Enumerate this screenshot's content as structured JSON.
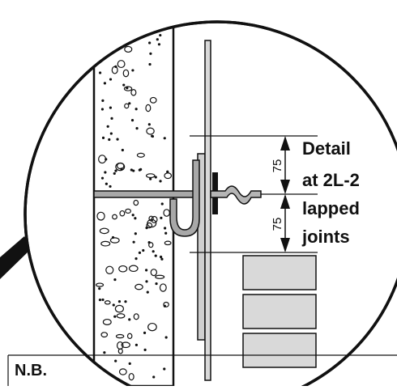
{
  "detail": {
    "label_lines": [
      "Detail",
      "at 2L-2",
      "lapped",
      "joints"
    ],
    "dim_upper": "75",
    "dim_lower": "75"
  },
  "footer": {
    "note_label": "N.B."
  }
}
